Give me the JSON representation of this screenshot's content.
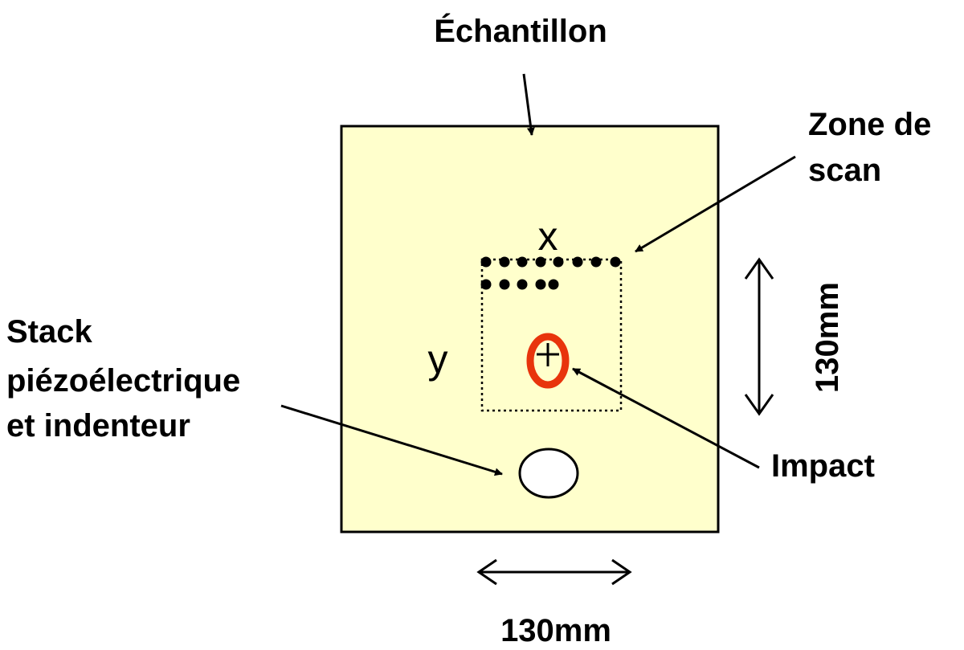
{
  "labels": {
    "sample": "Échantillon",
    "scan_zone_line1": "Zone de",
    "scan_zone_line2": "scan",
    "stack_line1": "Stack",
    "stack_line2": "piézoélectrique",
    "stack_line3": "et  indenteur",
    "impact": "Impact",
    "axis_x": "x",
    "axis_y": "y",
    "dim_horizontal": "130mm",
    "dim_vertical": "130mm"
  },
  "colors": {
    "sample_fill": "#ffffcc",
    "impact_ring": "#e8340c",
    "outline": "#000000",
    "background": "#ffffff"
  }
}
